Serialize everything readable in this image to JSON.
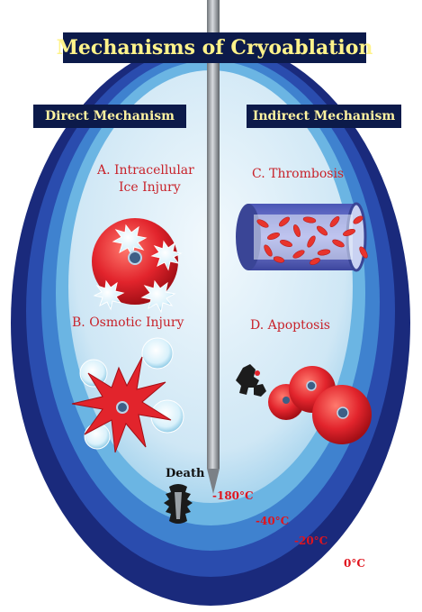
{
  "title": "Mechanisms of Cryoablation",
  "headers": {
    "direct": "Direct Mechanism",
    "indirect": "Indirect Mechanism"
  },
  "labels": {
    "a_line1": "A. Intracellular",
    "a_line2": "Ice Injury",
    "b": "B. Osmotic Injury",
    "c": "C. Thrombosis",
    "d": "D. Apoptosis",
    "death": "Death"
  },
  "temperatures": [
    "-180°C",
    "-40°C",
    "-20°C",
    "0°C"
  ],
  "colors": {
    "title_bg": "#0c1a4a",
    "title_text": "#fff38a",
    "label_red": "#c8222a",
    "cell_red": "#e2242c",
    "ring_dark": "#1b2f86",
    "ring_mid": "#2b62c1",
    "ring_light": "#4fa3dc",
    "core": "#d6ecf8"
  }
}
